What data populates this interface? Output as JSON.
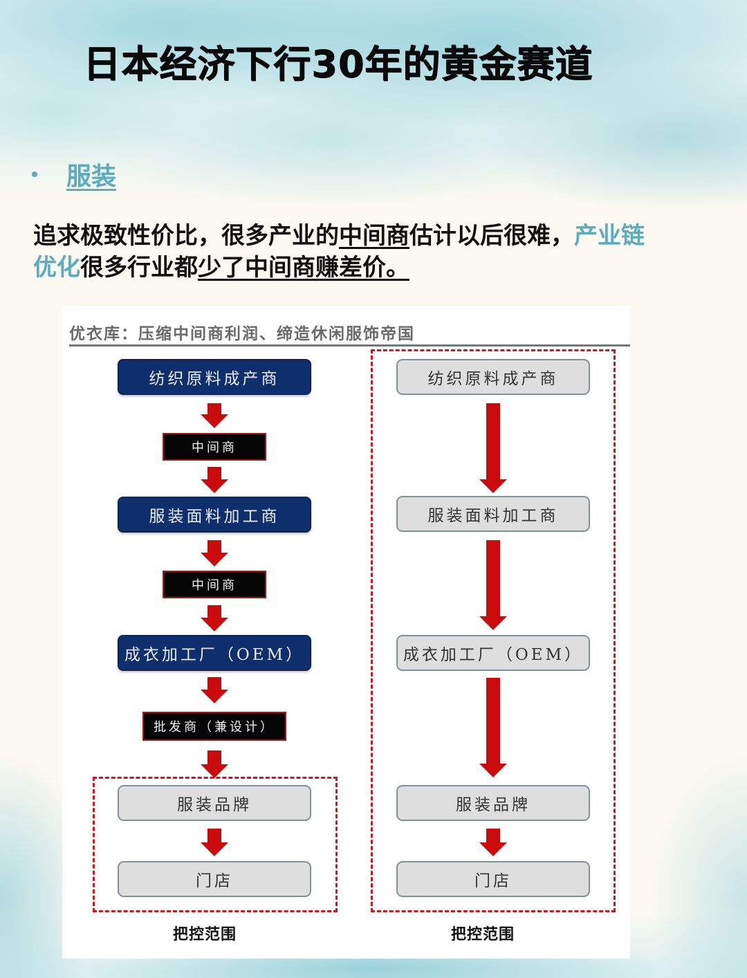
{
  "header": {
    "title": "日本经济下行30年的黄金赛道"
  },
  "section": {
    "bullet_label": "服装"
  },
  "paragraph": {
    "line1_a": "追求极致性价比，很多产业的",
    "line1_ul": "中间商",
    "line1_b": "估计以后很难，",
    "line1_accent": "产业链",
    "line2_accent": "优化",
    "line2_a": "很多行业都",
    "line2_ul": "少了中间商赚差价。"
  },
  "colors": {
    "accent": "#5aacbf",
    "navy_box": "#0f2f6c",
    "arrow_red": "#c90b0b",
    "dashed_red": "#d0151f"
  },
  "diagram": {
    "title": "优衣库：压缩中间商利润、缔造休闲服饰帝国",
    "left_chain": {
      "nodes": [
        "纺织原料成产商",
        "中间商",
        "服装面料加工商",
        "中间商",
        "成衣加工厂（OEM）",
        "批发商（兼设计）",
        "服装品牌",
        "门店"
      ],
      "scope_label": "把控范围"
    },
    "right_chain": {
      "nodes": [
        "纺织原料成产商",
        "服装面料加工商",
        "成衣加工厂（OEM）",
        "服装品牌",
        "门店"
      ],
      "scope_label": "把控范围"
    }
  }
}
